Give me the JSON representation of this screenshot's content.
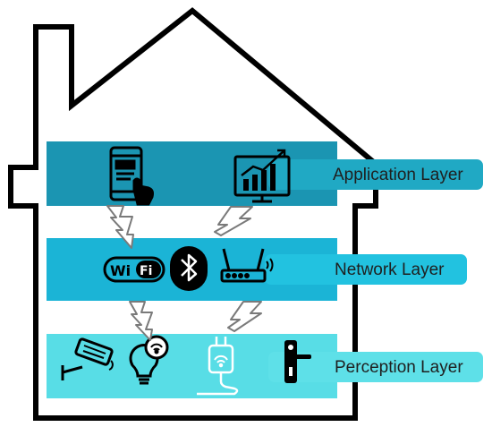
{
  "layers": [
    {
      "label": "Application Layer",
      "band_color": "#1b95b2",
      "label_color": "#20a9c4",
      "icons": [
        "smartphone-touch-icon",
        "analytics-monitor-icon"
      ]
    },
    {
      "label": "Network Layer",
      "band_color": "#1bb4d6",
      "label_color": "#22c2e0",
      "icons": [
        "wifi-icon",
        "bluetooth-icon",
        "router-icon"
      ]
    },
    {
      "label": "Perception Layer",
      "band_color": "#58dde6",
      "label_color": "#5ee0e8",
      "icons": [
        "security-camera-icon",
        "smart-bulb-icon",
        "smart-plug-icon",
        "smart-door-lock-icon"
      ]
    }
  ],
  "wifi_badge": {
    "left": "Wi",
    "right": "Fi"
  },
  "connector": "lightning-bolt-icon",
  "colors": {
    "house_outline": "#000000",
    "bolt_fill": "#ffffff",
    "bolt_stroke": "#7a7a7a"
  }
}
